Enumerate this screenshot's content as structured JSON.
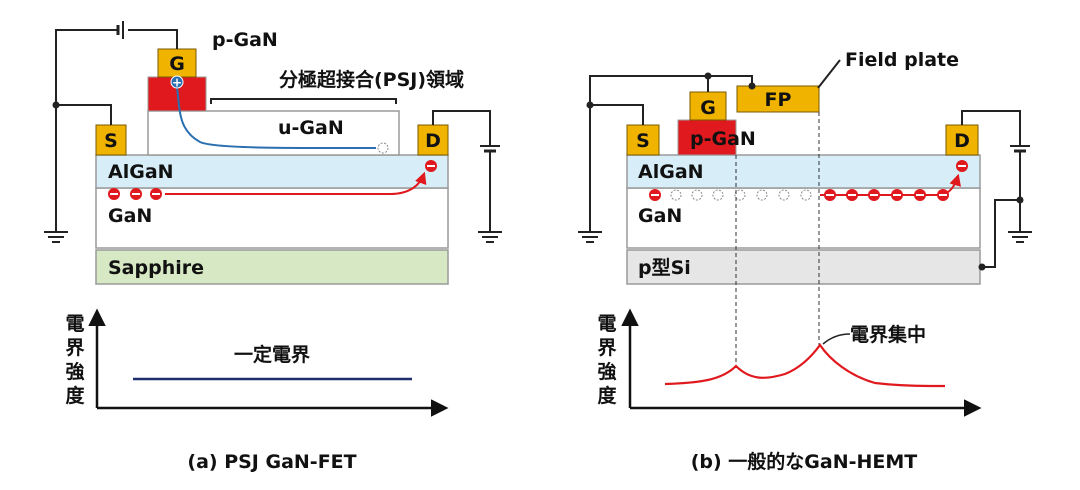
{
  "left": {
    "labels": {
      "pgan": "p-GaN",
      "gate": "G",
      "source": "S",
      "drain": "D",
      "psj_region": "分極超接合(PSJ)領域",
      "ugan": "u-GaN",
      "algan": "AlGaN",
      "gan": "GaN",
      "substrate": "Sapphire",
      "plus": "+",
      "minus": "−"
    },
    "graph": {
      "ylabel": [
        "電",
        "界",
        "強",
        "度"
      ],
      "annotation": "一定電界"
    },
    "caption": "(a) PSJ GaN-FET"
  },
  "right": {
    "labels": {
      "field_plate": "Field plate",
      "fp": "FP",
      "gate": "G",
      "pgan": "p-GaN",
      "source": "S",
      "drain": "D",
      "algan": "AlGaN",
      "gan": "GaN",
      "substrate": "p型Si",
      "minus": "−"
    },
    "graph": {
      "ylabel": [
        "電",
        "界",
        "強",
        "度"
      ],
      "annotation": "電界集中"
    },
    "caption": "(b) 一般的なGaN-HEMT"
  },
  "colors": {
    "electrode": "#f0b400",
    "pgan": "#e0191e",
    "algan": "#d7eef8",
    "sapphire": "#d6e9c4",
    "psi": "#e6e6e6",
    "hole_path": "#2a6fb0",
    "electron_path": "#e0191e",
    "flat_field": "#1f2f6e",
    "peak_field": "#e0191e"
  }
}
